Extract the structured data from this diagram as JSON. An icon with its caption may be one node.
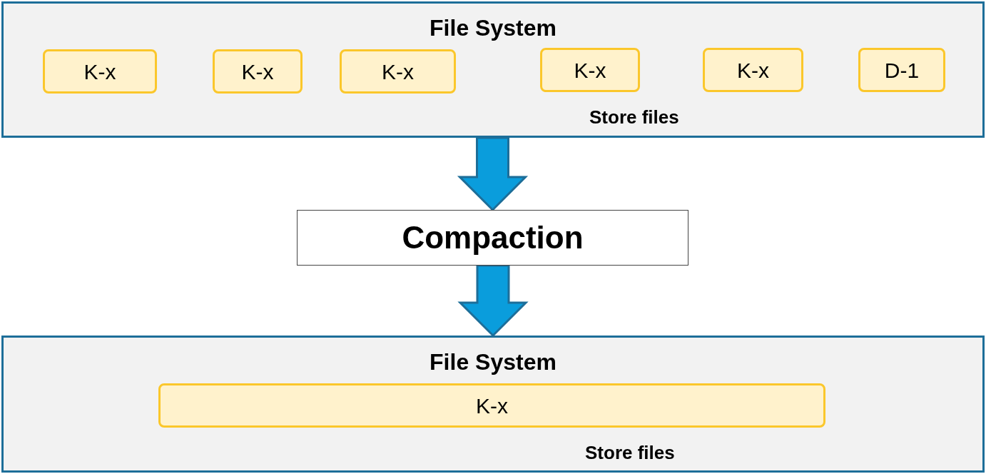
{
  "diagram": {
    "nodes": [
      {
        "text": [
          "File System",
          "Store files"
        ]
      },
      {
        "text": [
          "K-x"
        ],
        "in": 0
      },
      {
        "text": [
          "K-x"
        ],
        "in": 0
      },
      {
        "text": [
          "K-x"
        ],
        "in": 0
      },
      {
        "text": [
          "K-x"
        ],
        "in": 0
      },
      {
        "text": [
          "K-x"
        ],
        "in": 0
      },
      {
        "text": [
          "D-1"
        ],
        "in": 0
      },
      {
        "text": [
          "Compaction"
        ]
      },
      {
        "text": [
          "File System",
          "Store files"
        ]
      },
      {
        "text": [
          "K-x"
        ],
        "in": 8
      }
    ],
    "edges": [
      {
        "from": 0,
        "to": 7,
        "arrow": "to",
        "style": "thick"
      },
      {
        "from": 7,
        "to": 8,
        "arrow": "to",
        "style": "thick"
      }
    ]
  }
}
